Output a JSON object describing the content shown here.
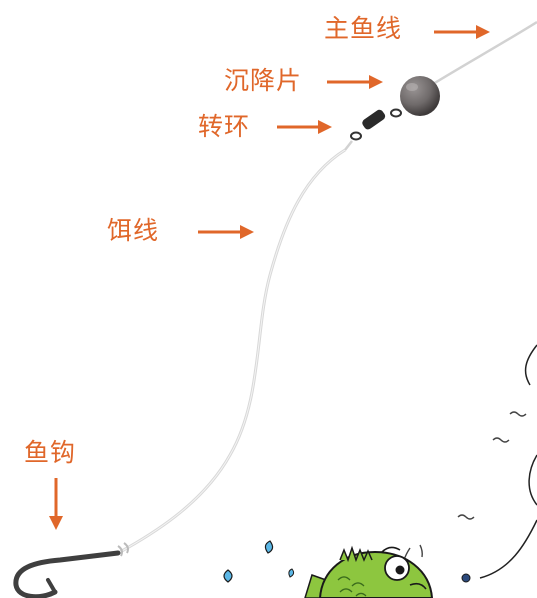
{
  "colors": {
    "label": "#e0672a",
    "arrow": "#e0672a",
    "line": "#d2d2d2",
    "sinker": "#6f6a6a",
    "hook": "#3f3f3f",
    "fish_body": "#8dc63f",
    "fish_outline": "#1a1a1a",
    "splash": "#5bb7e6",
    "bead": "#2c4a7c"
  },
  "labels": {
    "main_line": "主鱼线",
    "sinker": "沉降片",
    "swivel": "转环",
    "leader": "饵线",
    "hook": "鱼钩"
  },
  "icons": {
    "sinker": "round-sinker-weight-icon",
    "swivel": "barrel-swivel-icon",
    "hook": "fishing-hook-icon",
    "fish": "cartoon-fish-icon"
  }
}
